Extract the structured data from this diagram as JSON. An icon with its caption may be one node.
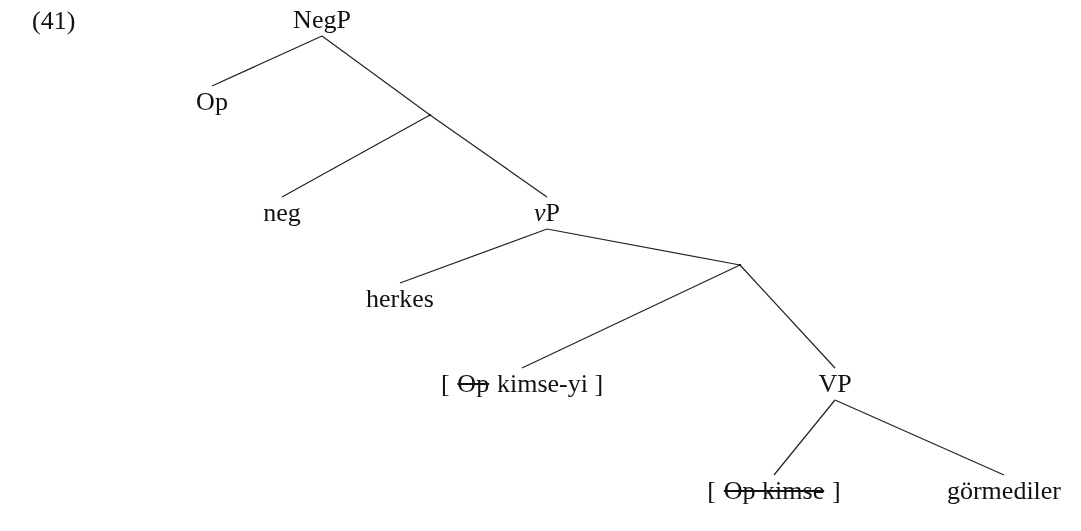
{
  "diagram": {
    "nodes": [
      {
        "text": [
          "NegP"
        ]
      },
      {
        "text": [
          "Op"
        ]
      },
      {
        "text": [],
        "shape": "point"
      },
      {
        "text": [
          "neg"
        ]
      },
      {
        "text": [
          "vP"
        ]
      },
      {
        "text": [
          "herkes"
        ]
      },
      {
        "text": [],
        "shape": "point"
      },
      {
        "text": [
          "[",
          "Op",
          "kimse-yi ]"
        ]
      },
      {
        "text": [
          "VP"
        ]
      },
      {
        "text": [
          "[",
          "Op kimse",
          "]"
        ]
      },
      {
        "text": [
          "görmediler"
        ]
      }
    ],
    "edges": [
      {
        "from": 0,
        "to": 1,
        "arrow": "none"
      },
      {
        "from": 0,
        "to": 2,
        "arrow": "none"
      },
      {
        "from": 2,
        "to": 3,
        "arrow": "none"
      },
      {
        "from": 2,
        "to": 4,
        "arrow": "none"
      },
      {
        "from": 4,
        "to": 5,
        "arrow": "none"
      },
      {
        "from": 4,
        "to": 6,
        "arrow": "none"
      },
      {
        "from": 6,
        "to": 7,
        "arrow": "none"
      },
      {
        "from": 6,
        "to": 8,
        "arrow": "none"
      },
      {
        "from": 8,
        "to": 9,
        "arrow": "none"
      },
      {
        "from": 8,
        "to": 10,
        "arrow": "none"
      }
    ],
    "labels": [
      "(41)"
    ]
  }
}
